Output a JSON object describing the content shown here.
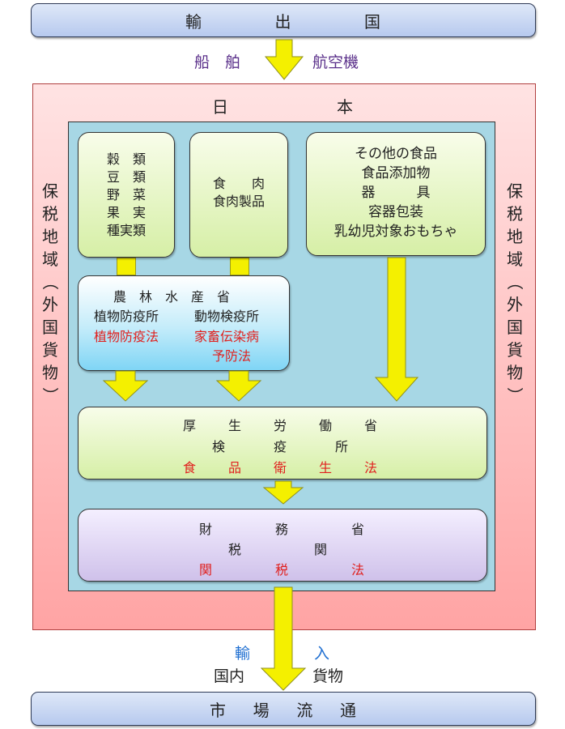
{
  "export_country": [
    "輸",
    "出",
    "国"
  ],
  "transport": {
    "left": "船　舶",
    "right": "航空機"
  },
  "japan": [
    "日",
    "本"
  ],
  "bonded_area": [
    "保",
    "税",
    "地",
    "域",
    "（",
    "外",
    "国",
    "貨",
    "物",
    "）"
  ],
  "box_grains": [
    "穀　類",
    "豆　類",
    "野　菜",
    "果　実",
    "種実類"
  ],
  "box_meat": [
    "食　　肉",
    "食肉製品"
  ],
  "box_other": [
    "その他の食品",
    "食品添加物",
    "器　　　具",
    "容器包装",
    "乳幼児対象おもちゃ"
  ],
  "maff": {
    "title": "農　林　水　産　省",
    "plant_office": "植物防疫所",
    "animal_office": "動物検疫所",
    "plant_law": "植物防疫法",
    "animal_law_1": "家畜伝染病",
    "animal_law_2": "予防法"
  },
  "mhlw": {
    "title": [
      "厚",
      "生",
      "労",
      "働",
      "省"
    ],
    "office": [
      "検",
      "疫",
      "所"
    ],
    "law": [
      "食",
      "品",
      "衛",
      "生",
      "法"
    ]
  },
  "mof": {
    "title": [
      "財",
      "務",
      "省"
    ],
    "office": [
      "税",
      "関"
    ],
    "law": [
      "関",
      "税",
      "法"
    ]
  },
  "import_label": [
    "輸",
    "入"
  ],
  "domestic_label": [
    "国内",
    "貨物"
  ],
  "market": [
    "市",
    "場",
    "流",
    "通"
  ],
  "colors": {
    "law_text": "#e0201e",
    "arrow_fill": "#f4f000",
    "transport_text": "#5a2f8a",
    "import_text": "#1f6fd1"
  }
}
